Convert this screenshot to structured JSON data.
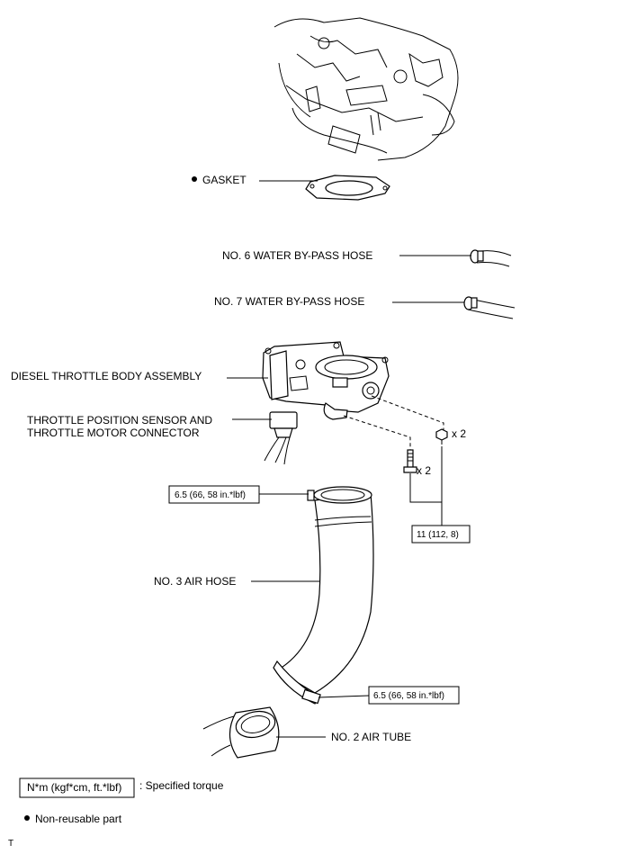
{
  "labels": {
    "gasket": "GASKET",
    "hose6": "NO. 6 WATER BY-PASS HOSE",
    "hose7": "NO. 7 WATER BY-PASS HOSE",
    "throttle_body": "DIESEL THROTTLE BODY ASSEMBLY",
    "sensor_line1": "THROTTLE POSITION SENSOR AND",
    "sensor_line2": "THROTTLE MOTOR CONNECTOR",
    "qty_nut": "x 2",
    "qty_bolt": "x 2",
    "air_hose": "NO. 3 AIR HOSE",
    "air_tube": "NO. 2 AIR TUBE"
  },
  "torques": {
    "clamp_top": "6.5 (66, 58 in.*lbf)",
    "bolts": "11 (112, 8)",
    "clamp_bottom": "6.5 (66, 58 in.*lbf)"
  },
  "legend": {
    "unit_box": "N*m (kgf*cm, ft.*lbf)",
    "torque_text": ": Specified torque",
    "nonreusable_text": "Non-reusable part"
  },
  "footer": {
    "code": "T"
  }
}
